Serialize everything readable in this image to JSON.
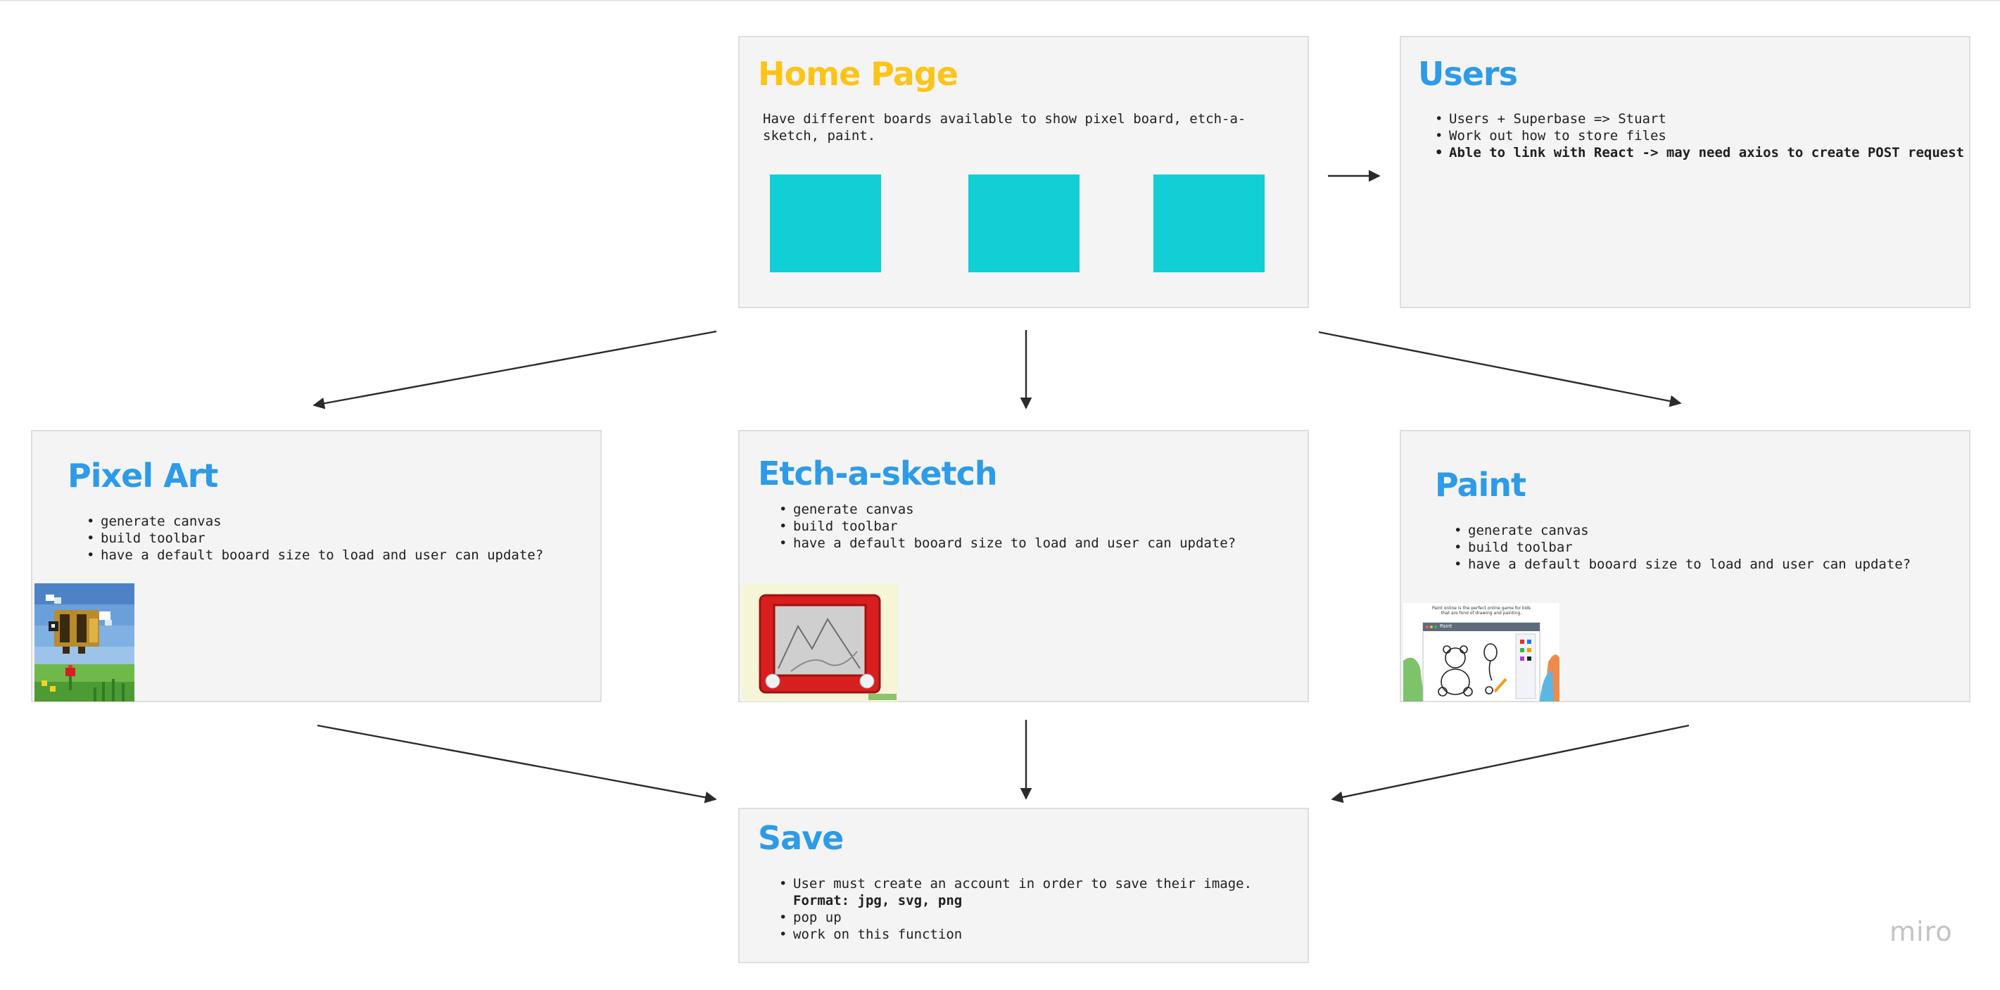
{
  "boards": {
    "home": {
      "title": "Home Page",
      "text": "Have different boards available to show pixel board, etch-a-sketch, paint.",
      "tile_color": "#12ced5"
    },
    "users": {
      "title": "Users",
      "items": [
        "Users + Superbase => Stuart",
        "Work out how to store files",
        "Able to link with React -> may need axios to create POST request"
      ]
    },
    "pixel_art": {
      "title": "Pixel Art",
      "items": [
        "generate canvas",
        "build toolbar",
        "have a default booard size to load and user can update?"
      ]
    },
    "etch": {
      "title": "Etch-a-sketch",
      "items": [
        "generate canvas",
        "build toolbar",
        "have a default booard size to load and user can update?"
      ]
    },
    "paint": {
      "title": "Paint",
      "items": [
        "generate canvas",
        "build toolbar",
        "have a default booard size to load and user can update?"
      ],
      "thumb_caption": "Paint online is the perfect online game for kids that are fond of drawing and painting.",
      "thumb_window_title": "Paint"
    },
    "save": {
      "title": "Save",
      "item1_text": "User must create an account in order to save their image. ",
      "item1_bold": "Format: jpg, svg, png",
      "items": [
        "pop up",
        "work on this function"
      ]
    }
  },
  "watermark": "miro",
  "colors": {
    "title_yellow": "#fcc419",
    "title_blue": "#2d9be8",
    "card_bg": "#f4f4f4",
    "arrow": "#2b2b2b"
  }
}
